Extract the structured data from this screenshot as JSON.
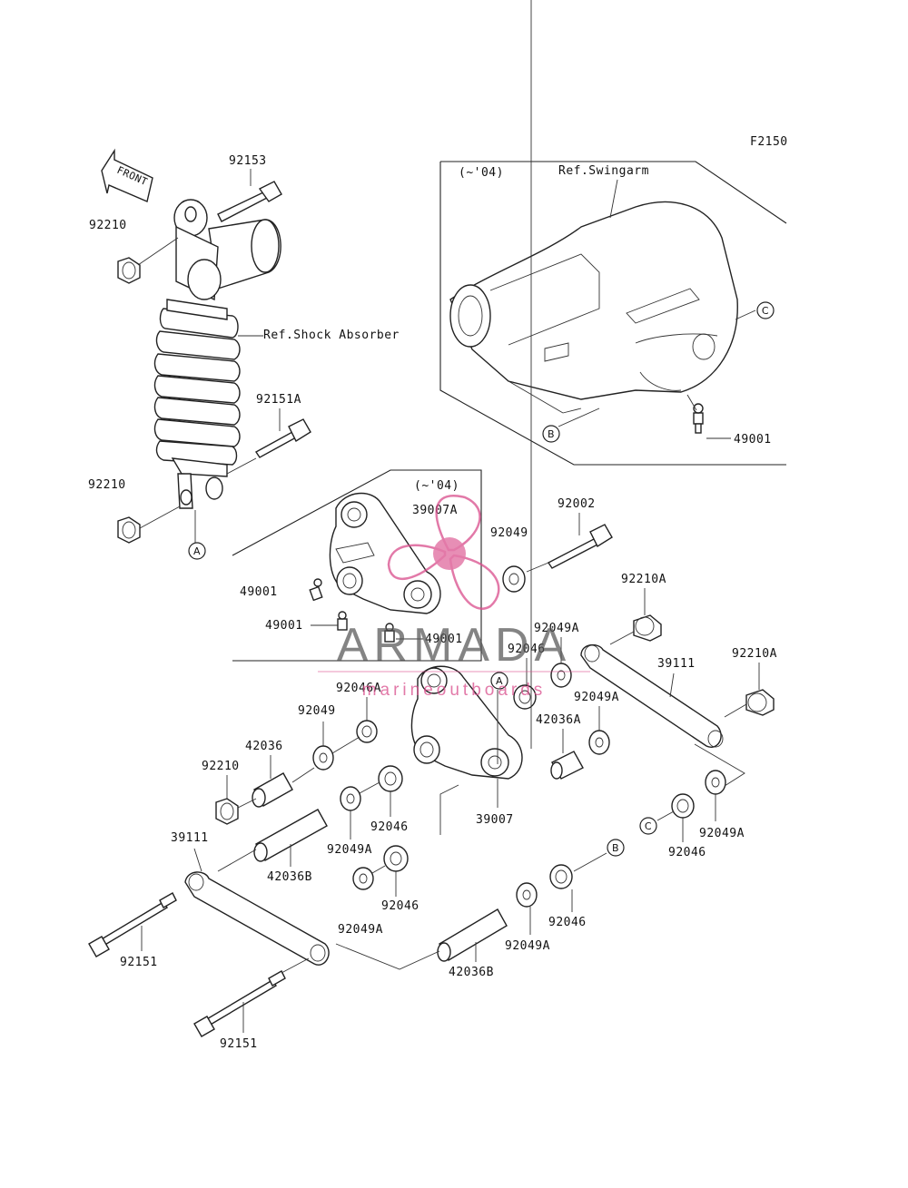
{
  "figure_code": "F2150",
  "front_label": "FRONT",
  "ref_labels": {
    "swingarm": "Ref.Swingarm",
    "shock_absorber": "Ref.Shock Absorber"
  },
  "inset_year_label_1": "(~'04)",
  "inset_year_label_2": "(~'04)",
  "callouts": {
    "a1": "A",
    "a2": "A",
    "b1": "B",
    "b2": "B",
    "c1": "C",
    "c2": "C"
  },
  "parts": {
    "p92153": "92153",
    "p92210_top": "92210",
    "p92151A": "92151A",
    "p92210_mid": "92210",
    "p49001_swingarm": "49001",
    "p39007A": "39007A",
    "p92002": "92002",
    "p92049_top": "92049",
    "p49001_a": "49001",
    "p49001_b": "49001",
    "p49001_c": "49001",
    "p92210A_top": "92210A",
    "p92049A_top": "92049A",
    "p92046_top": "92046",
    "p39111_right": "39111",
    "p92210A_right": "92210A",
    "p92046A": "92046A",
    "p92049_mid": "92049",
    "p92049A_mid": "92049A",
    "p42036A": "42036A",
    "p42036": "42036",
    "p92210_low": "92210",
    "p39111_left": "39111",
    "p92046_mid": "92046",
    "p92049A_left": "92049A",
    "p39007": "39007",
    "p42036B_left": "42036B",
    "p92046_low": "92046",
    "p92049A_right": "92049A",
    "p92046_right": "92046",
    "p92046_bottom": "92046",
    "p92049A_bottom_left": "92049A",
    "p92049A_bottom_right": "92049A",
    "p42036B_bottom": "42036B",
    "p92151_a": "92151",
    "p92151_b": "92151"
  },
  "watermark": {
    "brand": "ARMADA",
    "tagline": "marineoutboards",
    "color": "#d94d8c"
  }
}
